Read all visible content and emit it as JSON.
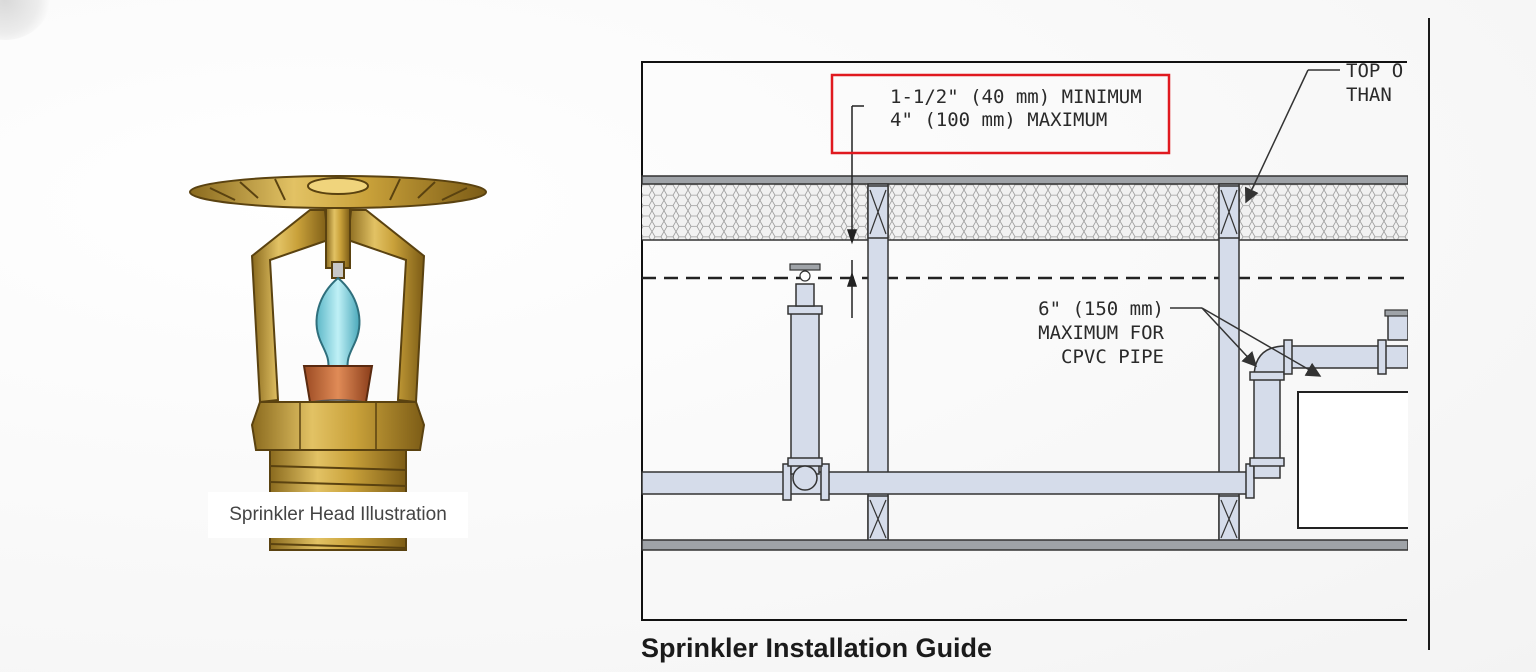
{
  "sprinkler_caption": "Sprinkler Head Illustration",
  "diagram": {
    "title": "Sprinkler Installation Guide",
    "callout_min": "1-1/2\" (40 mm) MINIMUM",
    "callout_max": "4\" (100 mm) MAXIMUM",
    "note_cpvc_line1": "6\" (150 mm)",
    "note_cpvc_line2": "MAXIMUM FOR",
    "note_cpvc_line3": "CPVC PIPE",
    "note_top_line1": "TOP O",
    "note_top_line2": "THAN"
  },
  "colors": {
    "highlight": "#e0191f",
    "pipe_fill": "#d5dcea",
    "brass": "#c9a13a",
    "bulb": "#7fd3e0"
  }
}
